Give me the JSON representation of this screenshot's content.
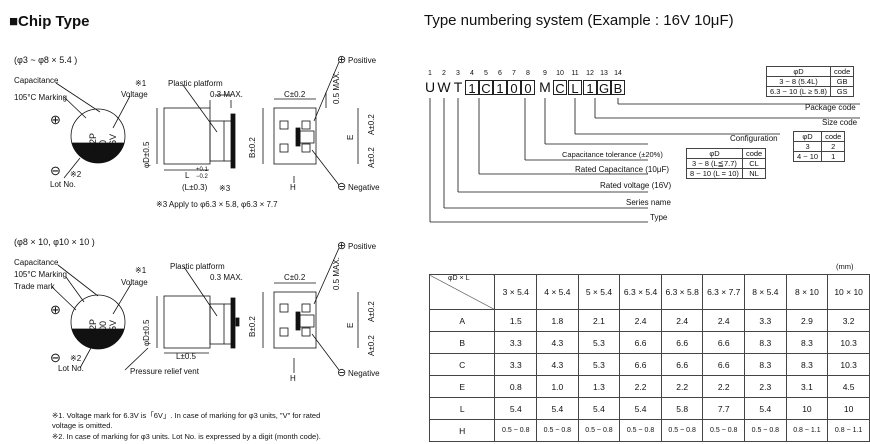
{
  "left": {
    "title": "■Chip Type",
    "block1": {
      "size_range": "(φ3 ~ φ8 × 5.4 )",
      "capacitance": "Capacitance",
      "marking_temp": "105°C Marking",
      "note1_mark": "※1",
      "voltage": "Voltage",
      "plastic_platform": "Plastic platform",
      "dim_03max": "0.3 MAX.",
      "c_pm02": "C±0.2",
      "positive": "Positive",
      "max05": "0.5 MAX.",
      "plus_symbol": "⊕",
      "minus_symbol": "⊖",
      "note2_mark": "※2",
      "lot_no": "Lot No.",
      "phi_d": "φD±0.5",
      "b_pm02": "B±0.2",
      "a_pm02": "A±0.2",
      "e_label": "E",
      "a_pm02_b": "A±0.2",
      "l_label": "L",
      "l_tol_plus": "+0.1",
      "l_tol_minus": "−0.2",
      "l_paren": "(L±0.3)",
      "note3_mark": "※3",
      "h_label": "H",
      "negative": "Negative",
      "can_text_line1": "A2P",
      "can_text_line2": "10",
      "can_text_line3": "16V",
      "note3": "※3 Apply to φ6.3 × 5.8, φ6.3 × 7.7"
    },
    "block2": {
      "size_range": "(φ8 × 10,  φ10 × 10 )",
      "capacitance": "Capacitance",
      "marking_temp": "105°C Marking",
      "trade_mark": "Trade mark",
      "note1_mark": "※1",
      "voltage": "Voltage",
      "plastic_platform": "Plastic platform",
      "dim_03max": "0.3 MAX.",
      "c_pm02": "C±0.2",
      "positive": "Positive",
      "max05": "0.5 MAX.",
      "plus_symbol": "⊕",
      "minus_symbol": "⊖",
      "note2_mark": "※2",
      "lot_no": "Lot No.",
      "phi_d": "φD±0.5",
      "b_pm02": "B±0.2",
      "a_pm02": "A±0.2",
      "e_label": "E",
      "a_pm02_b": "A±0.2",
      "l_pm05": "L±0.5",
      "h_label": "H",
      "pressure_vent": "Pressure relief vent",
      "negative": "Negative",
      "can_text_line1": "A2P",
      "can_text_line2": "100",
      "can_text_line3": "35V"
    },
    "footnotes": [
      "※1.  Voltage mark for 6.3V is「6V」. In case of marking for  φ3 units, \"V\" for rated",
      "        voltage is omitted.",
      "※2.  In case of marking for  φ3 units. Lot No. is expressed by a digit (month code)."
    ]
  },
  "right": {
    "title": "Type numbering system  (Example : 16V 10μF)",
    "positions": [
      "1",
      "2",
      "3",
      "4",
      "5",
      "6",
      "7",
      "8",
      "9",
      "10",
      "11",
      "12",
      "13",
      "14"
    ],
    "code_chars": [
      "U",
      "W",
      "T",
      "1",
      "C",
      "1",
      "0",
      "0",
      "M",
      "C",
      "L",
      "1",
      "G",
      "B"
    ],
    "labels": {
      "package_code": "Package code",
      "size_code": "Size code",
      "configuration": "Configuration",
      "cap_tol": "Capacitance tolerance (±20%)",
      "rated_cap": "Rated Capacitance (10μF)",
      "rated_volt": "Rated voltage (16V)",
      "series_name": "Series name",
      "type": "Type"
    },
    "package_table": {
      "headers": [
        "φD",
        "code"
      ],
      "rows": [
        [
          "3 ~ 8 (5.4L)",
          "GB"
        ],
        [
          "6.3 ~ 10 (L ≥ 5.8)",
          "GS"
        ]
      ]
    },
    "size_table": {
      "headers": [
        "φD",
        "code"
      ],
      "rows": [
        [
          "3",
          "2"
        ],
        [
          "4 ~ 10",
          "1"
        ]
      ]
    },
    "config_table": {
      "headers": [
        "φD",
        "code"
      ],
      "rows": [
        [
          "3 ~ 8 (L≦7.7)",
          "CL"
        ],
        [
          "8 ~ 10 (L = 10)",
          "NL"
        ]
      ]
    },
    "dim_table": {
      "unit": "(mm)",
      "corner": "φD × L",
      "columns": [
        "3 × 5.4",
        "4 × 5.4",
        "5 × 5.4",
        "6.3 × 5.4",
        "6.3 × 5.8",
        "6.3 × 7.7",
        "8 × 5.4",
        "8 × 10",
        "10 × 10"
      ],
      "rows": [
        {
          "label": "A",
          "values": [
            "1.5",
            "1.8",
            "2.1",
            "2.4",
            "2.4",
            "2.4",
            "3.3",
            "2.9",
            "3.2"
          ]
        },
        {
          "label": "B",
          "values": [
            "3.3",
            "4.3",
            "5.3",
            "6.6",
            "6.6",
            "6.6",
            "8.3",
            "8.3",
            "10.3"
          ]
        },
        {
          "label": "C",
          "values": [
            "3.3",
            "4.3",
            "5.3",
            "6.6",
            "6.6",
            "6.6",
            "8.3",
            "8.3",
            "10.3"
          ]
        },
        {
          "label": "E",
          "values": [
            "0.8",
            "1.0",
            "1.3",
            "2.2",
            "2.2",
            "2.2",
            "2.3",
            "3.1",
            "4.5"
          ]
        },
        {
          "label": "L",
          "values": [
            "5.4",
            "5.4",
            "5.4",
            "5.4",
            "5.8",
            "7.7",
            "5.4",
            "10",
            "10"
          ]
        },
        {
          "label": "H",
          "values": [
            "0.5 ~ 0.8",
            "0.5 ~ 0.8",
            "0.5 ~ 0.8",
            "0.5 ~ 0.8",
            "0.5 ~ 0.8",
            "0.5 ~ 0.8",
            "0.5 ~ 0.8",
            "0.8 ~ 1.1",
            "0.8 ~ 1.1"
          ]
        }
      ]
    }
  }
}
